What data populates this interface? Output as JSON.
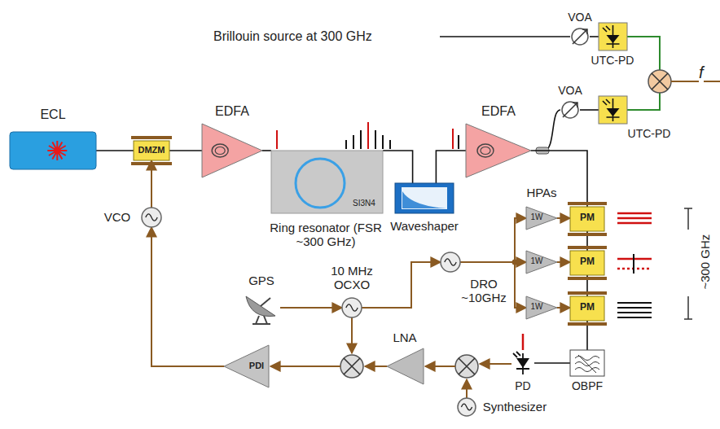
{
  "diagram": {
    "nodes": [
      {
        "text": [
          "ECL"
        ]
      },
      {
        "text": [
          "DMZM"
        ]
      },
      {
        "text": [
          "EDFA"
        ]
      },
      {
        "text": [
          "SI3N4",
          "Ring resonator (FSR ~300 GHz)"
        ]
      },
      {
        "text": [
          "Waveshaper"
        ]
      },
      {
        "text": [
          "EDFA"
        ]
      },
      {
        "text": [
          "VOA"
        ]
      },
      {
        "text": [
          "UTC-PD"
        ]
      },
      {
        "text": [
          "VOA"
        ]
      },
      {
        "text": [
          "UTC-PD"
        ]
      },
      {
        "text": [
          "1W"
        ]
      },
      {
        "text": [
          "1W"
        ]
      },
      {
        "text": [
          "1W"
        ]
      },
      {
        "text": [
          "PM"
        ]
      },
      {
        "text": [
          "PM"
        ]
      },
      {
        "text": [
          "PM"
        ]
      },
      {
        "text": [
          "DRO ~10GHz"
        ]
      },
      {
        "text": [
          "10 MHz OCXO"
        ]
      },
      {
        "text": [
          "GPS"
        ]
      },
      {
        "text": [
          "VCO"
        ]
      },
      {
        "text": [
          "PD"
        ]
      },
      {
        "text": [
          "OBPF"
        ]
      },
      {
        "text": [
          "LNA"
        ]
      },
      {
        "text": [
          "Synthesizer"
        ]
      },
      {
        "text": [
          "PDI"
        ]
      }
    ],
    "edges": [
      {
        "from": 0,
        "to": 1,
        "arrow": "none"
      },
      {
        "from": 1,
        "to": 2,
        "arrow": "none"
      },
      {
        "from": 2,
        "to": 3,
        "arrow": "none"
      },
      {
        "from": 3,
        "to": 4,
        "arrow": "none"
      },
      {
        "from": 4,
        "to": 5,
        "arrow": "none"
      },
      {
        "from": 5,
        "to": 13,
        "arrow": "none"
      },
      {
        "from": 13,
        "to": 14,
        "arrow": "none"
      },
      {
        "from": 14,
        "to": 15,
        "arrow": "none"
      },
      {
        "from": 15,
        "to": 21,
        "arrow": "none"
      },
      {
        "from": 21,
        "to": 20,
        "arrow": "none"
      },
      {
        "from": 6,
        "to": 7,
        "arrow": "none"
      },
      {
        "from": 8,
        "to": 9,
        "arrow": "none"
      },
      {
        "from": 18,
        "to": 17,
        "arrow": "to"
      },
      {
        "from": 17,
        "to": 16,
        "arrow": "to"
      },
      {
        "from": 16,
        "to": 10,
        "arrow": "to"
      },
      {
        "from": 16,
        "to": 11,
        "arrow": "to"
      },
      {
        "from": 16,
        "to": 12,
        "arrow": "to"
      },
      {
        "from": 10,
        "to": 13,
        "arrow": "to"
      },
      {
        "from": 11,
        "to": 14,
        "arrow": "to"
      },
      {
        "from": 12,
        "to": 15,
        "arrow": "to"
      },
      {
        "from": 24,
        "to": 19,
        "arrow": "to"
      },
      {
        "from": 19,
        "to": 1,
        "arrow": "to"
      }
    ],
    "labels": [
      "Brillouin source at 300 GHz",
      "f",
      "HPAs",
      "~300 GHz"
    ]
  }
}
